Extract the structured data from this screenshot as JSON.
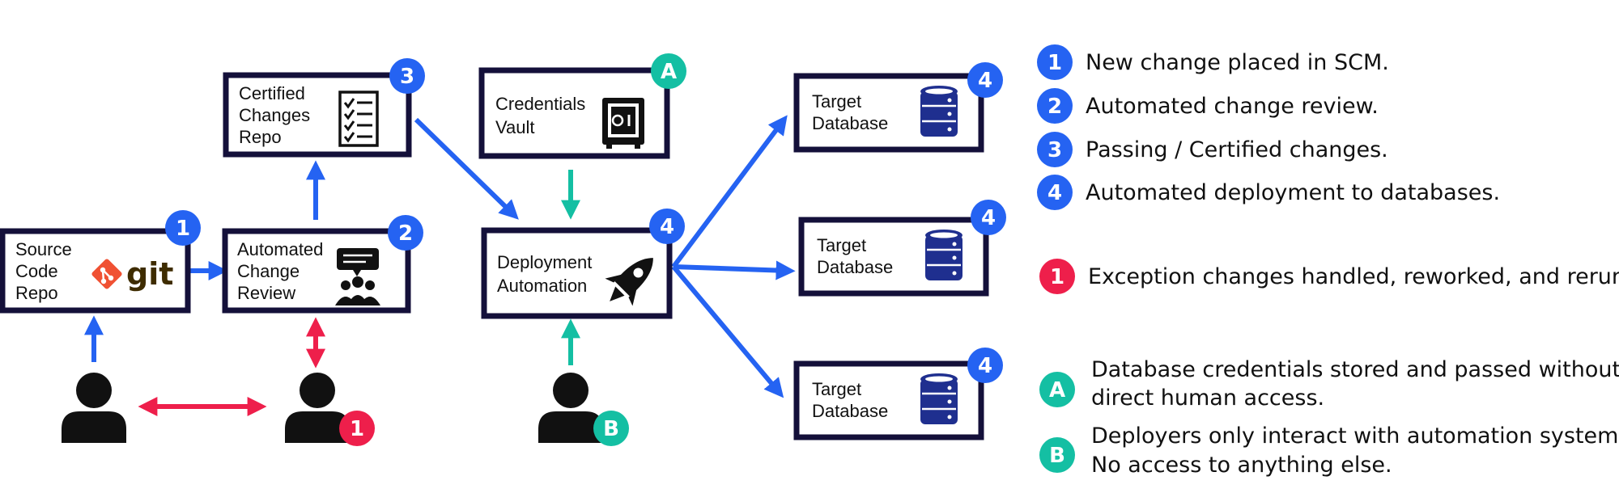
{
  "colors": {
    "blue": "#2563f2",
    "teal": "#14bfa3",
    "red": "#ee1f4b",
    "navy": "#1f2f8f",
    "box_border": "#14103a",
    "git_orange": "#f05133",
    "git_text": "#3e2c00"
  },
  "nodes": {
    "source_repo": {
      "lines": [
        "Source",
        "Code",
        "Repo"
      ],
      "logo_text": "git",
      "badge": "1",
      "icon": "git-logo-icon"
    },
    "change_review": {
      "lines": [
        "Automated",
        "Change",
        "Review"
      ],
      "badge": "2",
      "icon": "team-chat-icon"
    },
    "certified_repo": {
      "lines": [
        "Certified",
        "Changes",
        "Repo"
      ],
      "badge": "3",
      "icon": "checklist-icon"
    },
    "credentials_vault": {
      "lines": [
        "Credentials",
        "Vault"
      ],
      "badge": "A",
      "icon": "safe-icon"
    },
    "deployment": {
      "lines": [
        "Deployment",
        "Automation"
      ],
      "badge": "4",
      "icon": "rocket-icon"
    },
    "target_db_1": {
      "lines": [
        "Target",
        "Database"
      ],
      "badge": "4",
      "icon": "database-icon"
    },
    "target_db_2": {
      "lines": [
        "Target",
        "Database"
      ],
      "badge": "4",
      "icon": "database-icon"
    },
    "target_db_3": {
      "lines": [
        "Target",
        "Database"
      ],
      "badge": "4",
      "icon": "database-icon"
    }
  },
  "people": {
    "developer": {
      "badge": ""
    },
    "reviewer": {
      "badge": "1"
    },
    "deployer": {
      "badge": "B"
    }
  },
  "legend": [
    {
      "badge": "1",
      "color": "blue",
      "lines": [
        "New change placed in SCM."
      ]
    },
    {
      "badge": "2",
      "color": "blue",
      "lines": [
        "Automated change review."
      ]
    },
    {
      "badge": "3",
      "color": "blue",
      "lines": [
        "Passing / Certified changes."
      ]
    },
    {
      "badge": "4",
      "color": "blue",
      "lines": [
        "Automated deployment to databases."
      ]
    },
    {
      "badge": "1",
      "color": "red",
      "lines": [
        "Exception changes handled, reworked, and rerun."
      ]
    },
    {
      "badge": "A",
      "color": "teal",
      "lines": [
        "Database credentials stored and passed without",
        "direct human access."
      ]
    },
    {
      "badge": "B",
      "color": "teal",
      "lines": [
        "Deployers only interact with automation system.",
        "No access to anything else."
      ]
    }
  ]
}
